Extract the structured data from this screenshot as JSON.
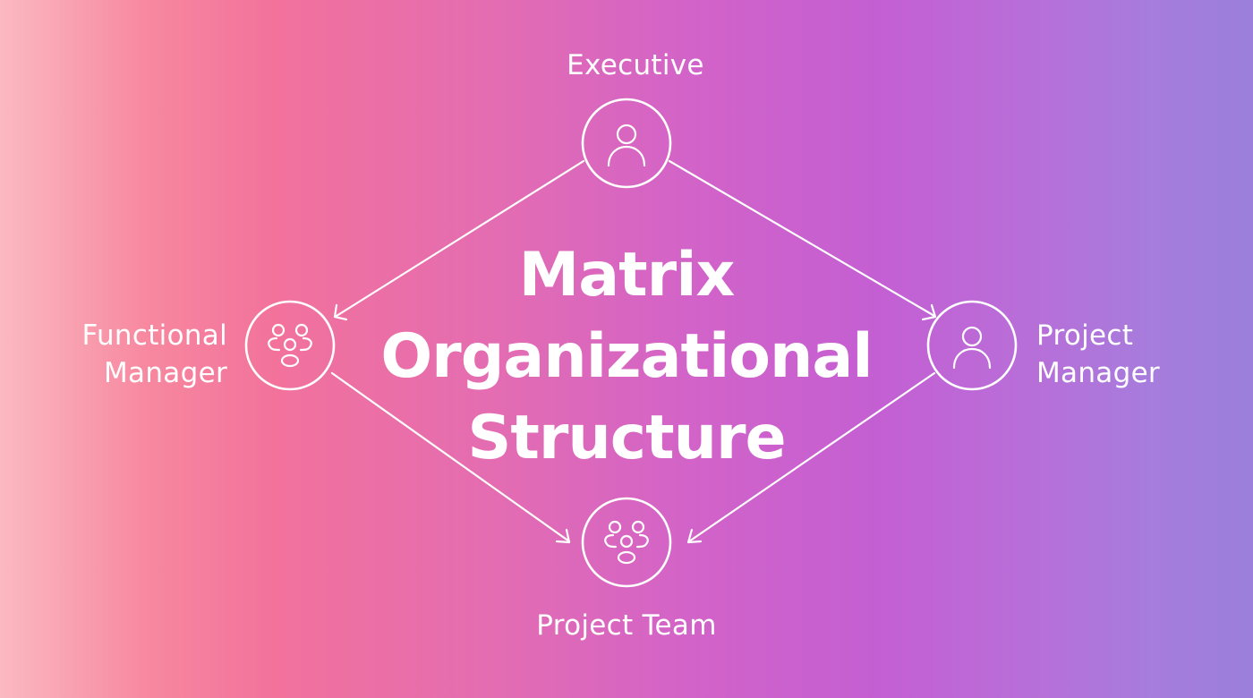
{
  "diagram": {
    "title_lines": [
      "Matrix",
      "Organizational",
      "Structure"
    ],
    "nodes": {
      "executive": {
        "label_lines": [
          "Executive"
        ],
        "icon": "person-icon"
      },
      "functional_manager": {
        "label_lines": [
          "Functional",
          "Manager"
        ],
        "icon": "group-icon"
      },
      "project_manager": {
        "label_lines": [
          "Project",
          "Manager"
        ],
        "icon": "person-icon"
      },
      "project_team": {
        "label_lines": [
          "Project Team"
        ],
        "icon": "group-icon"
      }
    },
    "edges": [
      {
        "from": "Executive",
        "to": "Functional Manager"
      },
      {
        "from": "Executive",
        "to": "Project Manager"
      },
      {
        "from": "Functional Manager",
        "to": "Project Team"
      },
      {
        "from": "Project Manager",
        "to": "Project Team"
      }
    ],
    "colors": {
      "stroke": "#ffffff",
      "gradient_left": "#fbb9c0",
      "gradient_mid": "#d263c8",
      "gradient_right": "#9b7fdb"
    }
  }
}
